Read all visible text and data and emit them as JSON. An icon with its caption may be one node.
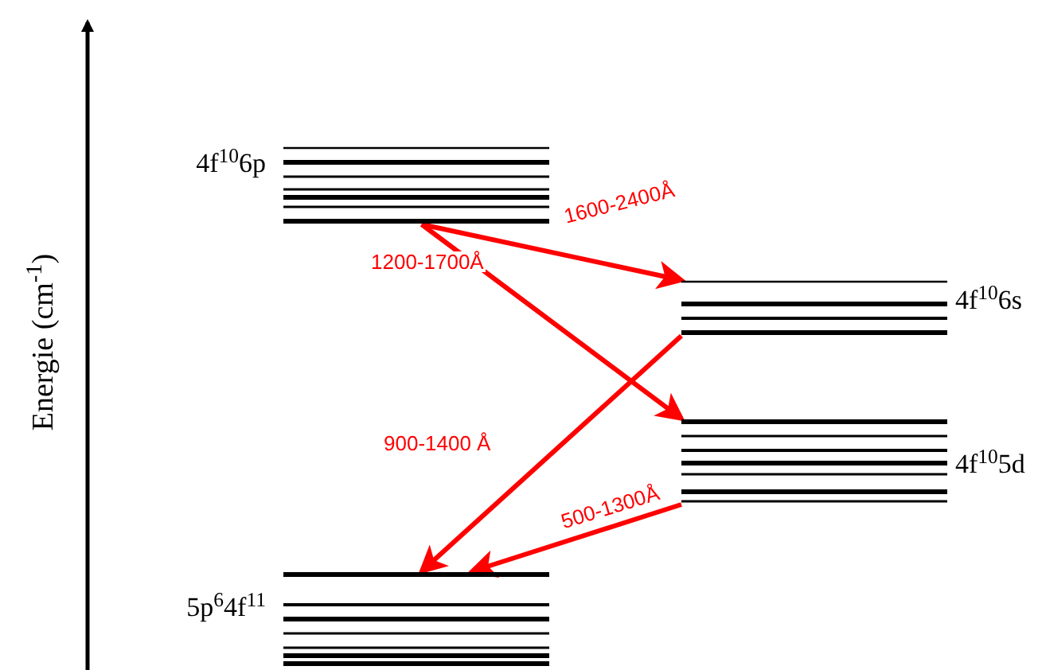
{
  "diagram": {
    "nodes": [
      {
        "text": [
          "4f$^{10}$6p"
        ]
      },
      {
        "text": [
          "4f$^{10}$6s"
        ]
      },
      {
        "text": [
          "4f$^{10}$5d"
        ]
      },
      {
        "text": [
          "5p$^{6}$4f$^{11}$"
        ]
      }
    ],
    "edges": [
      {
        "from": 0,
        "to": 1,
        "arrow": "to",
        "label": "1600-2400Å"
      },
      {
        "from": 0,
        "to": 2,
        "arrow": "to",
        "label": "1200-1700Å"
      },
      {
        "from": 1,
        "to": 3,
        "arrow": "to",
        "label": "900-1400 Å"
      },
      {
        "from": 2,
        "to": 3,
        "arrow": "to",
        "label": "500-1300Å"
      }
    ],
    "labels": [
      "Energie (cm$^{-1}$)"
    ]
  }
}
